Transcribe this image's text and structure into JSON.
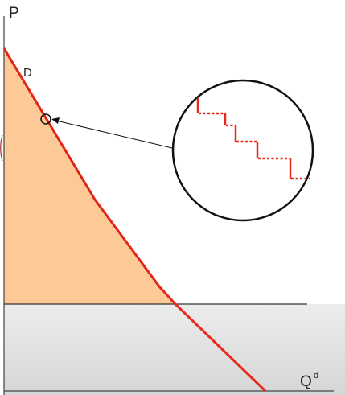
{
  "diagram": {
    "y_axis_label": "P",
    "x_axis_label": "Q",
    "x_axis_superscript": "d",
    "curve_label": "D",
    "colors": {
      "demand_curve": "#e8291c",
      "surplus_area": "#fcc997",
      "lower_band": "#e2e2e2",
      "axis": "#333333",
      "magnifier_outline": "#111111",
      "step_line": "#e8291c"
    }
  }
}
